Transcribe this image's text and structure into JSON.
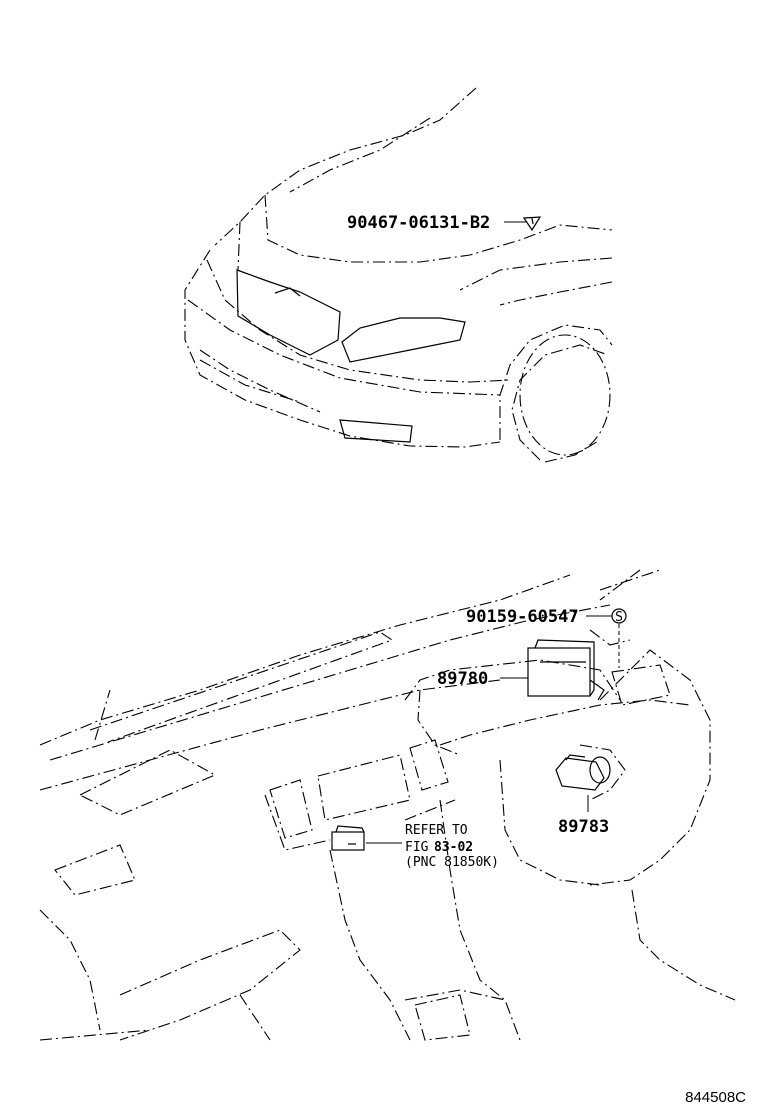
{
  "labels": {
    "p1": "90467-06131-B2",
    "p2": "90159-60547",
    "p3": "89780",
    "p4": "89783",
    "refer_line1": "REFER TO",
    "refer_line2_prefix": "FIG",
    "refer_fig": "83-02",
    "refer_line3": "(PNC 81850K)",
    "screw_symbol": "S",
    "diagram_code": "844508C"
  }
}
